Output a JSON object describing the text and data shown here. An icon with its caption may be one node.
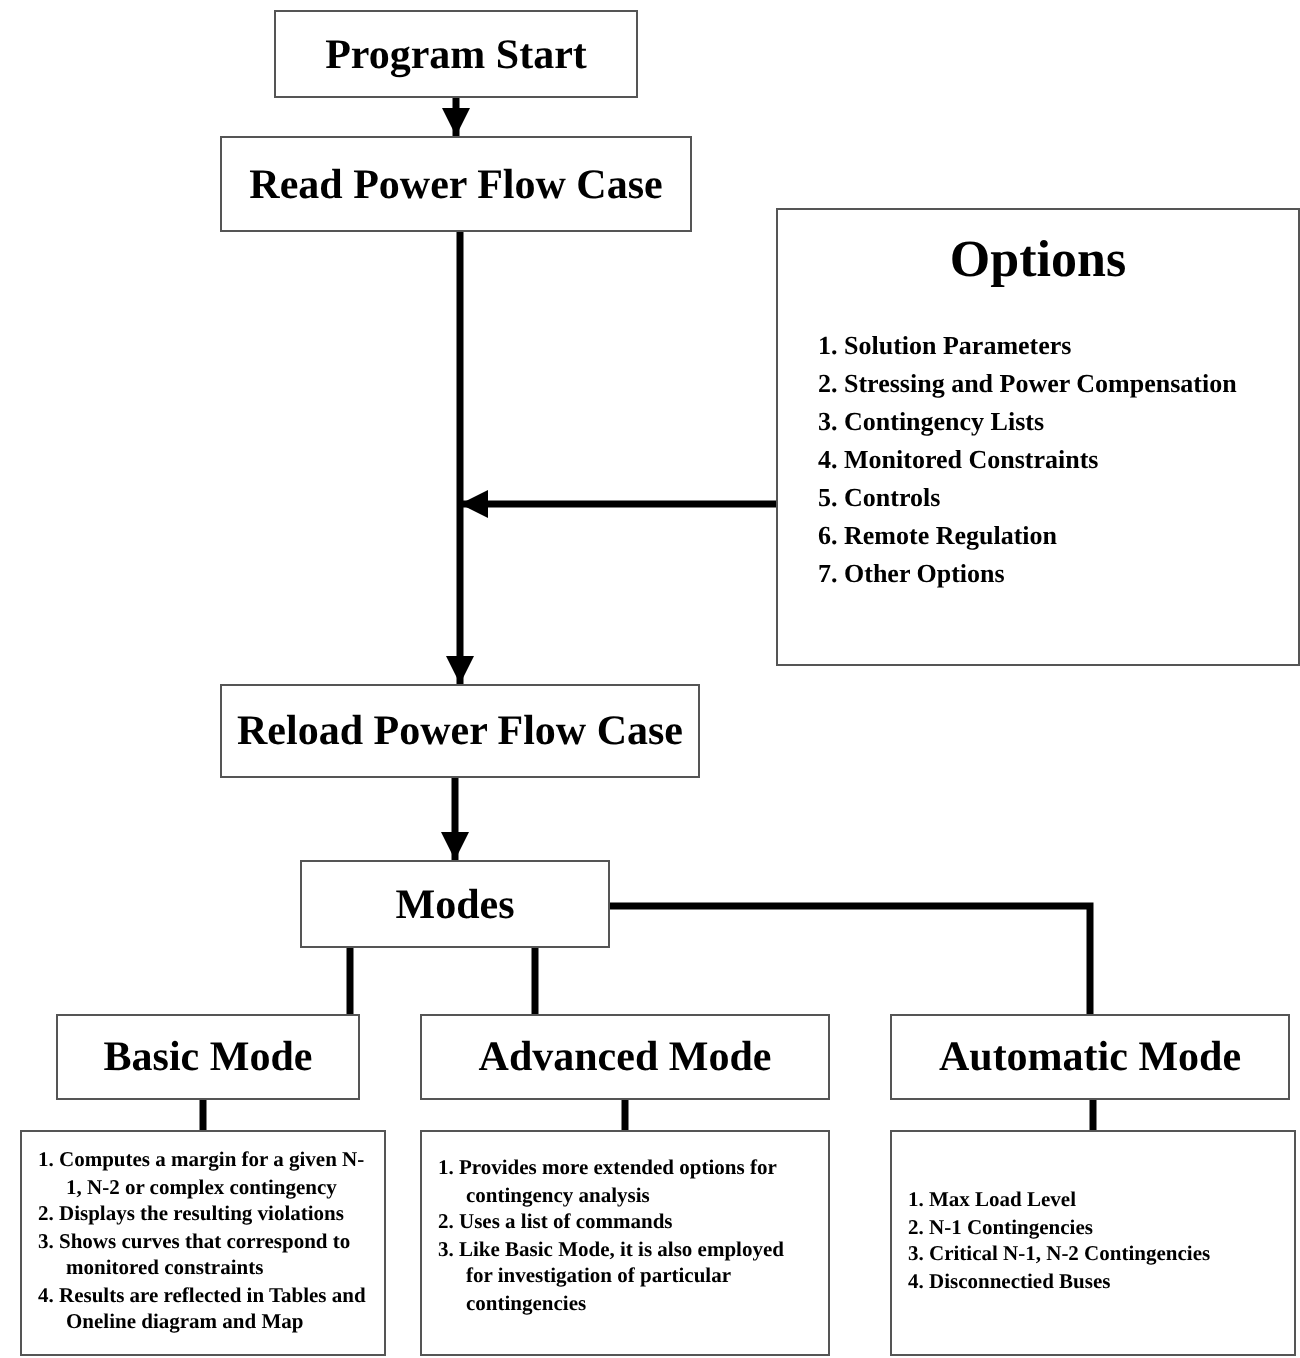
{
  "diagram": {
    "nodes": [
      {
        "text": [
          "Program Start"
        ]
      },
      {
        "text": [
          "Read Power Flow Case"
        ]
      },
      {
        "text": [
          "Options",
          "1. Solution Parameters",
          "2. Stressing and Power Compensation",
          "3. Contingency Lists",
          "4. Monitored Constraints",
          "5. Controls",
          "6. Remote Regulation",
          "7. Other Options"
        ]
      },
      {
        "text": [
          "Reload Power Flow Case"
        ]
      },
      {
        "text": [
          "Modes"
        ]
      },
      {
        "text": [
          "Basic Mode"
        ]
      },
      {
        "text": [
          "Advanced Mode"
        ]
      },
      {
        "text": [
          "Automatic Mode"
        ]
      },
      {
        "text": [
          "1. Computes a margin for a given N-1, N-2 or complex contingency",
          "2. Displays the resulting violations",
          "3. Shows curves that correspond to monitored constraints",
          "4. Results are reflected in Tables and Oneline diagram and Map"
        ]
      },
      {
        "text": [
          "1. Provides more extended options for contingency analysis",
          "2. Uses a list of commands",
          "3. Like Basic Mode, it is also employed for investigation of particular contingencies"
        ]
      },
      {
        "text": [
          "1. Max Load Level",
          "2. N-1 Contingencies",
          "3. Critical N-1, N-2 Contingencies",
          "4. Disconnectied Buses"
        ]
      }
    ],
    "edges": [
      {
        "from": 0,
        "to": 1,
        "arrow": "to"
      },
      {
        "from": 1,
        "to": 3,
        "arrow": "to"
      },
      {
        "from": 2,
        "to": null,
        "arrow": "to"
      },
      {
        "from": 3,
        "to": 4,
        "arrow": "to"
      },
      {
        "from": 4,
        "to": 5,
        "arrow": "none"
      },
      {
        "from": 4,
        "to": 6,
        "arrow": "none"
      },
      {
        "from": 4,
        "to": 7,
        "arrow": "none"
      },
      {
        "from": 5,
        "to": 8,
        "arrow": "none"
      },
      {
        "from": 6,
        "to": 9,
        "arrow": "none"
      },
      {
        "from": 7,
        "to": 10,
        "arrow": "none"
      }
    ]
  }
}
